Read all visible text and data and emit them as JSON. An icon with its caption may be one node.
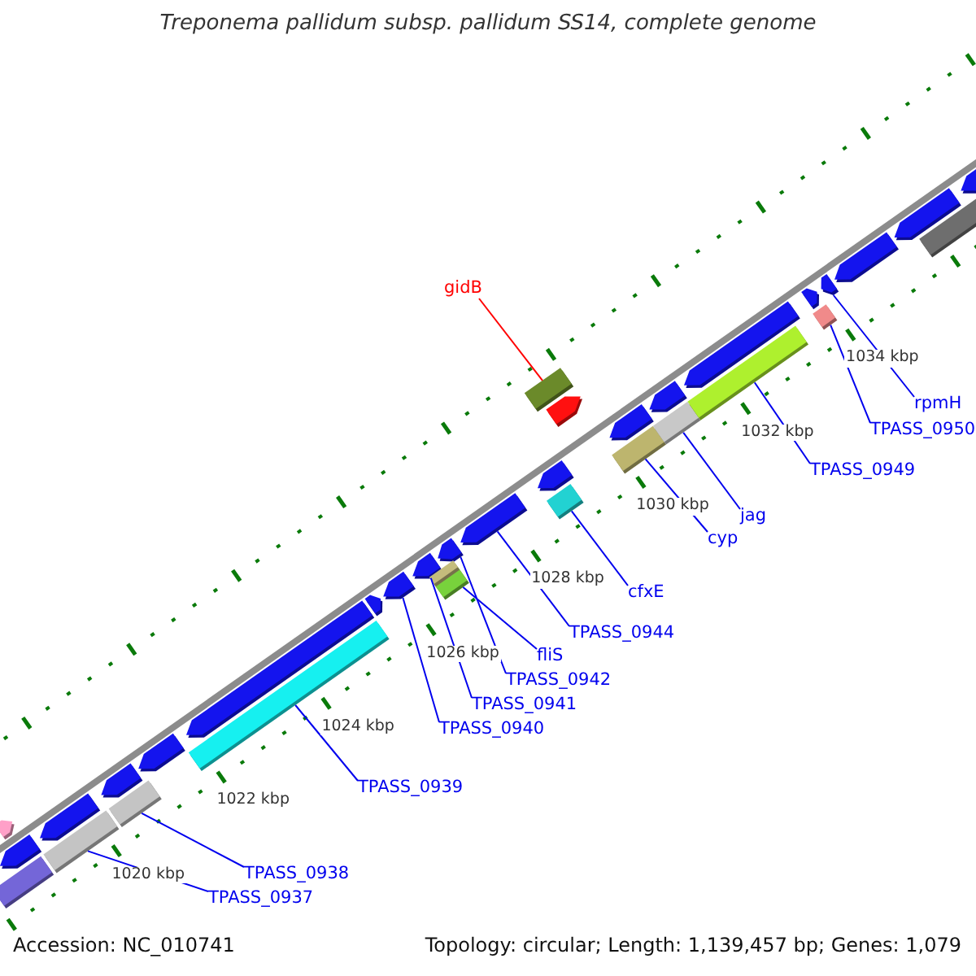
{
  "diagram": {
    "title": "Treponema pallidum subsp. pallidum SS14, complete genome",
    "nodes": [
      {
        "text": [
          "gidB"
        ]
      },
      {
        "text": [
          "TPASS_0937"
        ]
      },
      {
        "text": [
          "TPASS_0938"
        ]
      },
      {
        "text": [
          "TPASS_0939"
        ]
      },
      {
        "text": [
          "TPASS_0940"
        ]
      },
      {
        "text": [
          "TPASS_0941"
        ]
      },
      {
        "text": [
          "TPASS_0942"
        ]
      },
      {
        "text": [
          "fliS"
        ]
      },
      {
        "text": [
          "TPASS_0944"
        ]
      },
      {
        "text": [
          "cfxE"
        ]
      },
      {
        "text": [
          "cyp"
        ]
      },
      {
        "text": [
          "jag"
        ]
      },
      {
        "text": [
          "TPASS_0949"
        ]
      },
      {
        "text": [
          "TPASS_0950"
        ]
      },
      {
        "text": [
          "rpmH"
        ]
      },
      {
        "text": [],
        "shape": "bar"
      },
      {
        "text": [],
        "shape": "bar"
      },
      {
        "text": [],
        "shape": "bar"
      },
      {
        "text": [],
        "shape": "bar"
      },
      {
        "text": [],
        "shape": "bar"
      },
      {
        "text": [],
        "shape": "bar"
      },
      {
        "text": [],
        "shape": "bar"
      },
      {
        "text": [],
        "shape": "bar"
      },
      {
        "text": [],
        "shape": "bar"
      },
      {
        "text": [],
        "shape": "bar"
      },
      {
        "text": [],
        "shape": "bar"
      },
      {
        "text": [],
        "shape": "bar"
      },
      {
        "text": [],
        "shape": "bar"
      },
      {
        "text": [],
        "shape": "bar"
      },
      {
        "text": [],
        "shape": "bar"
      },
      {
        "text": [],
        "shape": "bar"
      },
      {
        "text": [],
        "shape": "bar"
      },
      {
        "text": [],
        "shape": "bar"
      },
      {
        "text": [],
        "shape": "bar"
      },
      {
        "text": [],
        "shape": "bar"
      },
      {
        "text": [],
        "shape": "bar"
      },
      {
        "text": [],
        "shape": "bar"
      },
      {
        "text": [],
        "shape": "bar"
      },
      {
        "text": [],
        "shape": "bar"
      },
      {
        "text": [],
        "shape": "bar"
      },
      {
        "text": [],
        "shape": "bar"
      },
      {
        "text": [],
        "shape": "bar"
      },
      {
        "text": [],
        "shape": "bar"
      },
      {
        "text": [],
        "shape": "bar"
      },
      {
        "text": [],
        "shape": "bar"
      },
      {
        "text": [],
        "shape": "bar"
      },
      {
        "text": [],
        "shape": "bar"
      },
      {
        "text": [],
        "shape": "bar"
      },
      {
        "text": [],
        "shape": "bar"
      }
    ],
    "edges": [
      {
        "from": 0,
        "to": 15,
        "arrow": "none",
        "color": "#ff0000"
      },
      {
        "from": 1,
        "to": 16,
        "arrow": "none"
      },
      {
        "from": 2,
        "to": 17,
        "arrow": "none"
      },
      {
        "from": 3,
        "to": 18,
        "arrow": "none"
      },
      {
        "from": 4,
        "to": 19,
        "arrow": "none"
      },
      {
        "from": 5,
        "to": 20,
        "arrow": "none"
      },
      {
        "from": 6,
        "to": 21,
        "arrow": "none"
      },
      {
        "from": 7,
        "to": 22,
        "arrow": "none"
      },
      {
        "from": 8,
        "to": 23,
        "arrow": "none"
      },
      {
        "from": 9,
        "to": 24,
        "arrow": "none"
      },
      {
        "from": 10,
        "to": 25,
        "arrow": "none"
      },
      {
        "from": 11,
        "to": 26,
        "arrow": "none"
      },
      {
        "from": 12,
        "to": 27,
        "arrow": "none"
      },
      {
        "from": 13,
        "to": 28,
        "arrow": "none"
      },
      {
        "from": 14,
        "to": 29,
        "arrow": "none"
      }
    ],
    "labels": [
      "1020 kbp",
      "1022 kbp",
      "1024 kbp",
      "1026 kbp",
      "1028 kbp",
      "1030 kbp",
      "1032 kbp",
      "1034 kbp",
      "Accession: NC_010741",
      "Topology: circular; Length: 1,139,457 bp; Genes: 1,079"
    ]
  }
}
